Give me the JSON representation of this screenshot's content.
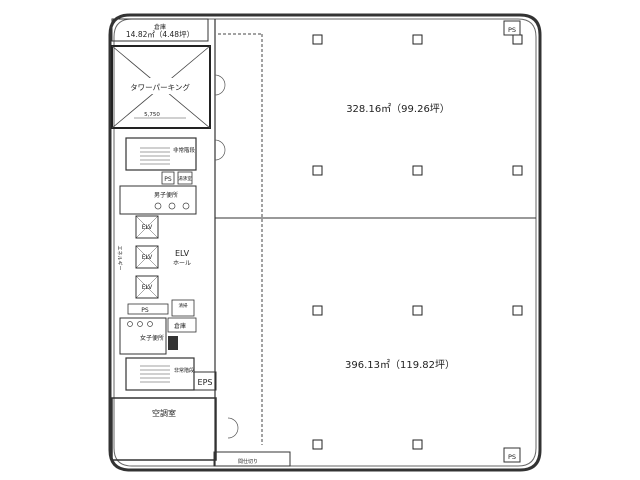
{
  "rooms": {
    "warehouse_name": "倉庫",
    "warehouse_area": "14.82㎡（4.48坪）",
    "tower_parking": "タワーパーキング",
    "parking_dim": "5,750",
    "upper_office_area": "328.16㎡（99.26坪）",
    "lower_office_area": "396.13㎡（119.82坪）",
    "elv": "ELV",
    "elv_hall": "ホール",
    "elevator_label": "ELV",
    "mens_toilet": "男子便所",
    "womens_toilet": "女子便所",
    "ps": "PS",
    "eps": "EPS",
    "emergency_stairs": "非常階段",
    "storage": "倉庫",
    "air_conditioning": "空調室",
    "energy": "エネルギー",
    "cleaning": "清掃",
    "boiler": "湯沸室",
    "partition_note": "間仕切り"
  }
}
